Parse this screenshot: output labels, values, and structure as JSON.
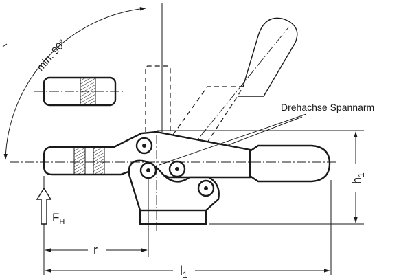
{
  "labels": {
    "angle": "min. 90°",
    "pivot_axis": "Drehachse Spannarm",
    "force": "F",
    "force_sub": "H",
    "height": "h",
    "height_sub": "1",
    "radius": "r",
    "length": "l",
    "length_sub": "1"
  }
}
